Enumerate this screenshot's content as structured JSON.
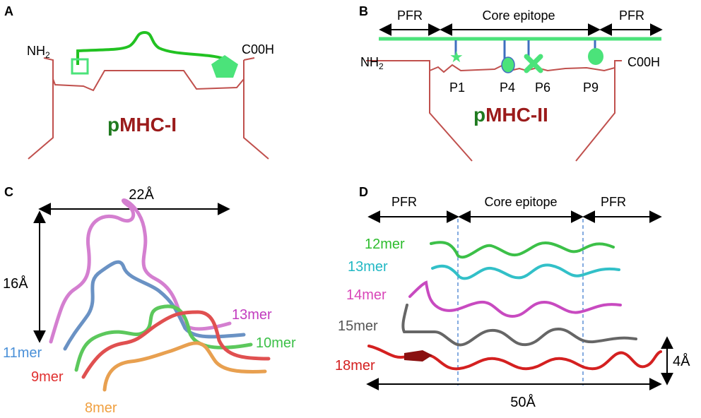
{
  "colors": {
    "peptide_green": "#22c222",
    "anchor_green": "#4be37a",
    "groove_red": "#c0504d",
    "mhc_dark_red": "#9b1b1b",
    "mhc_p_green": "#1f7a1f",
    "anchor_blue": "#3f6fbf",
    "dashed_blue": "#5b8fd6",
    "c8mer": "#f0a040",
    "c9mer": "#e03030",
    "c10mer": "#3cc048",
    "c11mer": "#4a90d8",
    "c12mer": "#2ebd2e",
    "c13mer_c": "#c23cbf",
    "c13mer_d": "#22b8c4",
    "c14mer": "#d946b8",
    "c15mer": "#555555",
    "c18mer": "#d42020"
  },
  "panelA": {
    "letter": "A",
    "nh2": "NH",
    "nh2_sub": "2",
    "cooh": "C00H",
    "mhc_p": "p",
    "mhc_rest": "MHC-I"
  },
  "panelB": {
    "letter": "B",
    "pfr_left": "PFR",
    "core": "Core epitope",
    "pfr_right": "PFR",
    "nh2": "NH",
    "nh2_sub": "2",
    "cooh": "C00H",
    "pockets": [
      "P1",
      "P4",
      "P6",
      "P9"
    ],
    "mhc_p": "p",
    "mhc_rest": "MHC-II"
  },
  "panelC": {
    "letter": "C",
    "width_label": "22Å",
    "height_label": "16Å",
    "labels": {
      "m13": "13mer",
      "m10": "10mer",
      "m11": "11mer",
      "m9": "9mer",
      "m8": "8mer"
    }
  },
  "panelD": {
    "letter": "D",
    "pfr_left": "PFR",
    "core": "Core epitope",
    "pfr_right": "PFR",
    "labels": {
      "m12": "12mer",
      "m13": "13mer",
      "m14": "14mer",
      "m15": "15mer",
      "m18": "18mer"
    },
    "length_label": "50Å",
    "height_label": "4Å"
  }
}
